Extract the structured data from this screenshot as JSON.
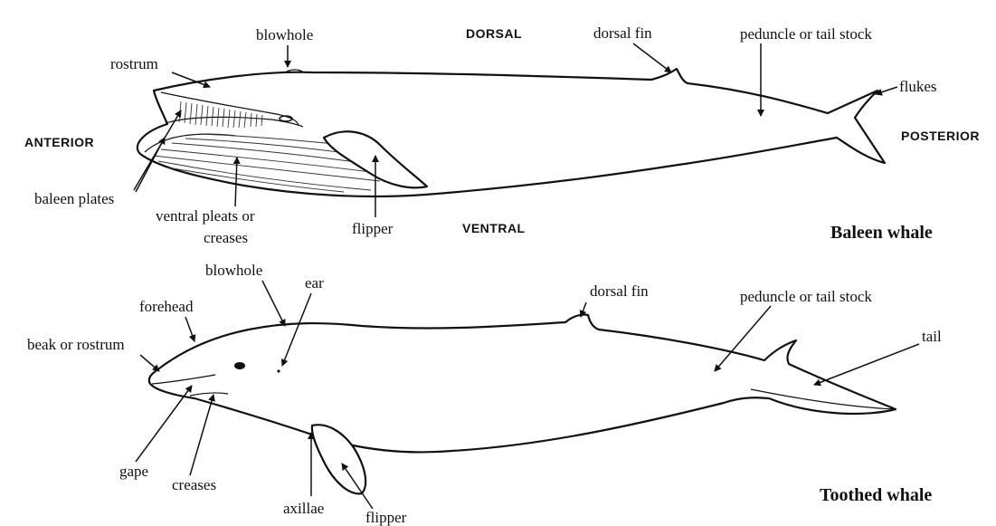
{
  "baleen": {
    "caption": "Baleen whale",
    "directions": {
      "dorsal": "DORSAL",
      "ventral": "VENTRAL",
      "anterior": "ANTERIOR",
      "posterior": "POSTERIOR"
    },
    "labels": {
      "rostrum": "rostrum",
      "blowhole": "blowhole",
      "dorsal_fin": "dorsal fin",
      "peduncle": "peduncle or tail stock",
      "flukes": "flukes",
      "baleen_plates": "baleen plates",
      "ventral_pleats_1": "ventral pleats or",
      "ventral_pleats_2": "creases",
      "flipper": "flipper"
    }
  },
  "toothed": {
    "caption": "Toothed whale",
    "labels": {
      "blowhole": "blowhole",
      "ear": "ear",
      "forehead": "forehead",
      "beak": "beak or rostrum",
      "dorsal_fin": "dorsal fin",
      "peduncle": "peduncle or tail stock",
      "tail": "tail",
      "gape": "gape",
      "creases": "creases",
      "axillae": "axillae",
      "flipper": "flipper"
    }
  }
}
